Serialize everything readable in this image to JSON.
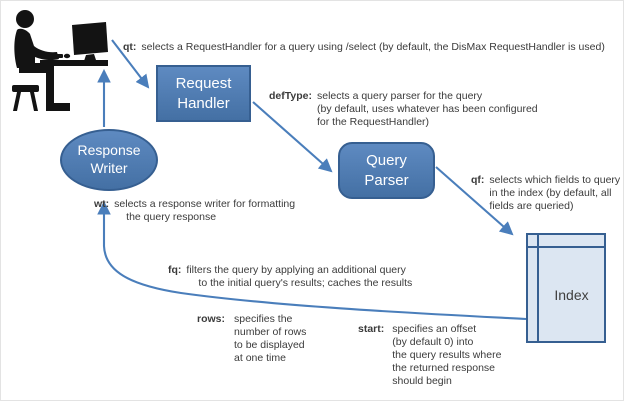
{
  "nodes": {
    "request_handler": {
      "label": "Request\nHandler"
    },
    "query_parser": {
      "label": "Query\nParser"
    },
    "index": {
      "label": "Index"
    },
    "response_writer": {
      "label": "Response\nWriter"
    }
  },
  "annotations": {
    "qt": {
      "param": "qt:",
      "lines": [
        "selects a RequestHandler for a query using /select (by default, the DisMax RequestHandler is used)"
      ]
    },
    "defType": {
      "param": "defType:",
      "lines": [
        "selects a query parser for the query",
        "(by default, uses whatever has been configured",
        "for the RequestHandler)"
      ]
    },
    "qf": {
      "param": "qf:",
      "lines": [
        "selects which fields to query",
        "in the index (by default, all",
        "fields are queried)"
      ]
    },
    "wt": {
      "param": "wt:",
      "lines": [
        "selects a response writer for formatting",
        "the query response"
      ]
    },
    "fq": {
      "param": "fq:",
      "lines": [
        "filters the query by applying an additional query",
        "to the initial query's results; caches the results"
      ]
    },
    "rows": {
      "param": "rows:",
      "lines": [
        "specifies the",
        "number of rows",
        "to be displayed",
        "at one time"
      ]
    },
    "start": {
      "param": "start:",
      "lines": [
        "specifies an offset",
        "(by default 0) into",
        "the query results where",
        "the returned response",
        "should begin"
      ]
    }
  },
  "icons": {
    "person": "user-at-computer-icon"
  },
  "colors": {
    "accent_blue": "#4a7ebb",
    "node_border": "#365f91",
    "node_fill_top": "#5e8ac1",
    "node_fill_bottom": "#4470a4",
    "index_fill": "#dce6f2",
    "text_color": "#3b3b3b",
    "node_text": "#ffffff",
    "icon_color": "#131313"
  }
}
